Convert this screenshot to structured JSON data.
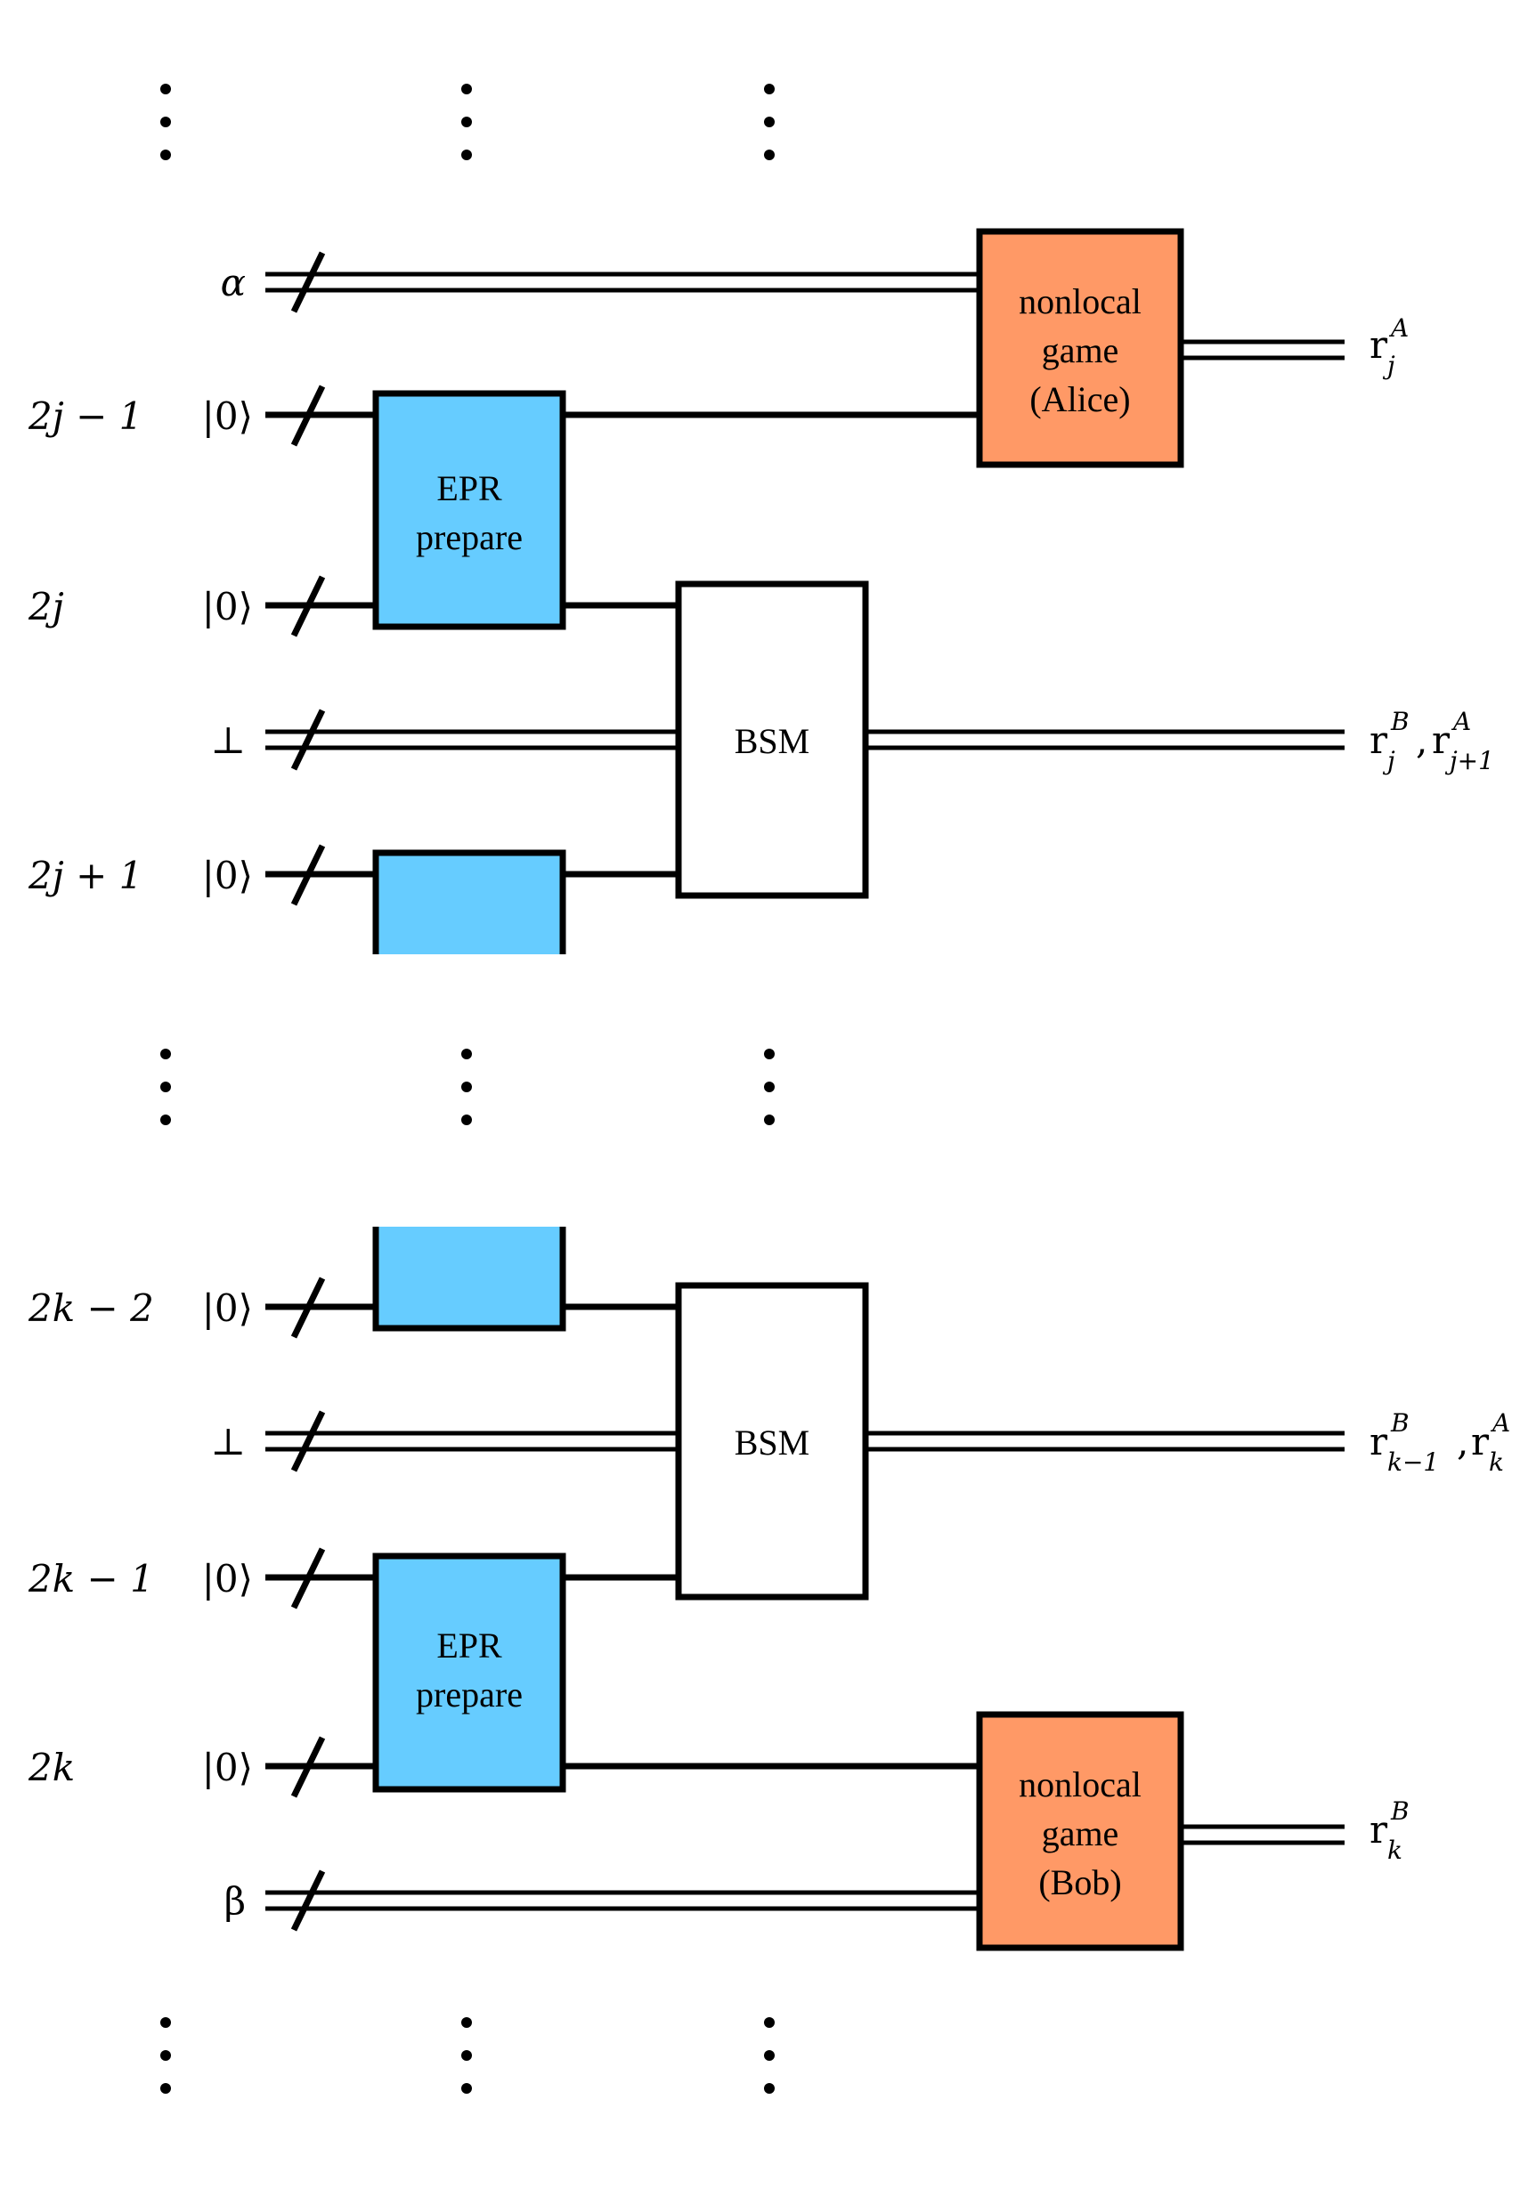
{
  "colors": {
    "epr_fill": "#66CCFF",
    "game_fill": "#FF9966",
    "bsm_fill": "#FFFFFF",
    "line": "#000000"
  },
  "wires": [
    {
      "index": "",
      "state": "α",
      "type": "classical"
    },
    {
      "index": "2j − 1",
      "state": "|0⟩",
      "type": "quantum"
    },
    {
      "index": "2j",
      "state": "|0⟩",
      "type": "quantum"
    },
    {
      "index": "",
      "state": "⊥",
      "type": "classical"
    },
    {
      "index": "2j + 1",
      "state": "|0⟩",
      "type": "quantum"
    },
    {
      "index": "2k − 2",
      "state": "|0⟩",
      "type": "quantum"
    },
    {
      "index": "",
      "state": "⊥",
      "type": "classical"
    },
    {
      "index": "2k − 1",
      "state": "|0⟩",
      "type": "quantum"
    },
    {
      "index": "2k",
      "state": "|0⟩",
      "type": "quantum"
    },
    {
      "index": "",
      "state": "β",
      "type": "classical"
    }
  ],
  "boxes": {
    "epr_top": [
      "EPR",
      "prepare"
    ],
    "epr_bottom": [
      "EPR",
      "prepare"
    ],
    "bsm_top": "BSM",
    "bsm_bottom": "BSM",
    "game_alice": [
      "nonlocal",
      "game",
      "(Alice)"
    ],
    "game_bob": [
      "nonlocal",
      "game",
      "(Bob)"
    ]
  },
  "outputs": {
    "alice": {
      "base": "r",
      "sub": "j",
      "sup": "A"
    },
    "mid_top": [
      {
        "base": "r",
        "sub": "j",
        "sup": "B"
      },
      {
        "base": "r",
        "sub": "j+1",
        "sup": "A"
      }
    ],
    "mid_bottom": [
      {
        "base": "r",
        "sub": "k−1",
        "sup": "B"
      },
      {
        "base": "r",
        "sub": "k",
        "sup": "A"
      }
    ],
    "bob": {
      "base": "r",
      "sub": "k",
      "sup": "B"
    },
    "separator": ","
  }
}
